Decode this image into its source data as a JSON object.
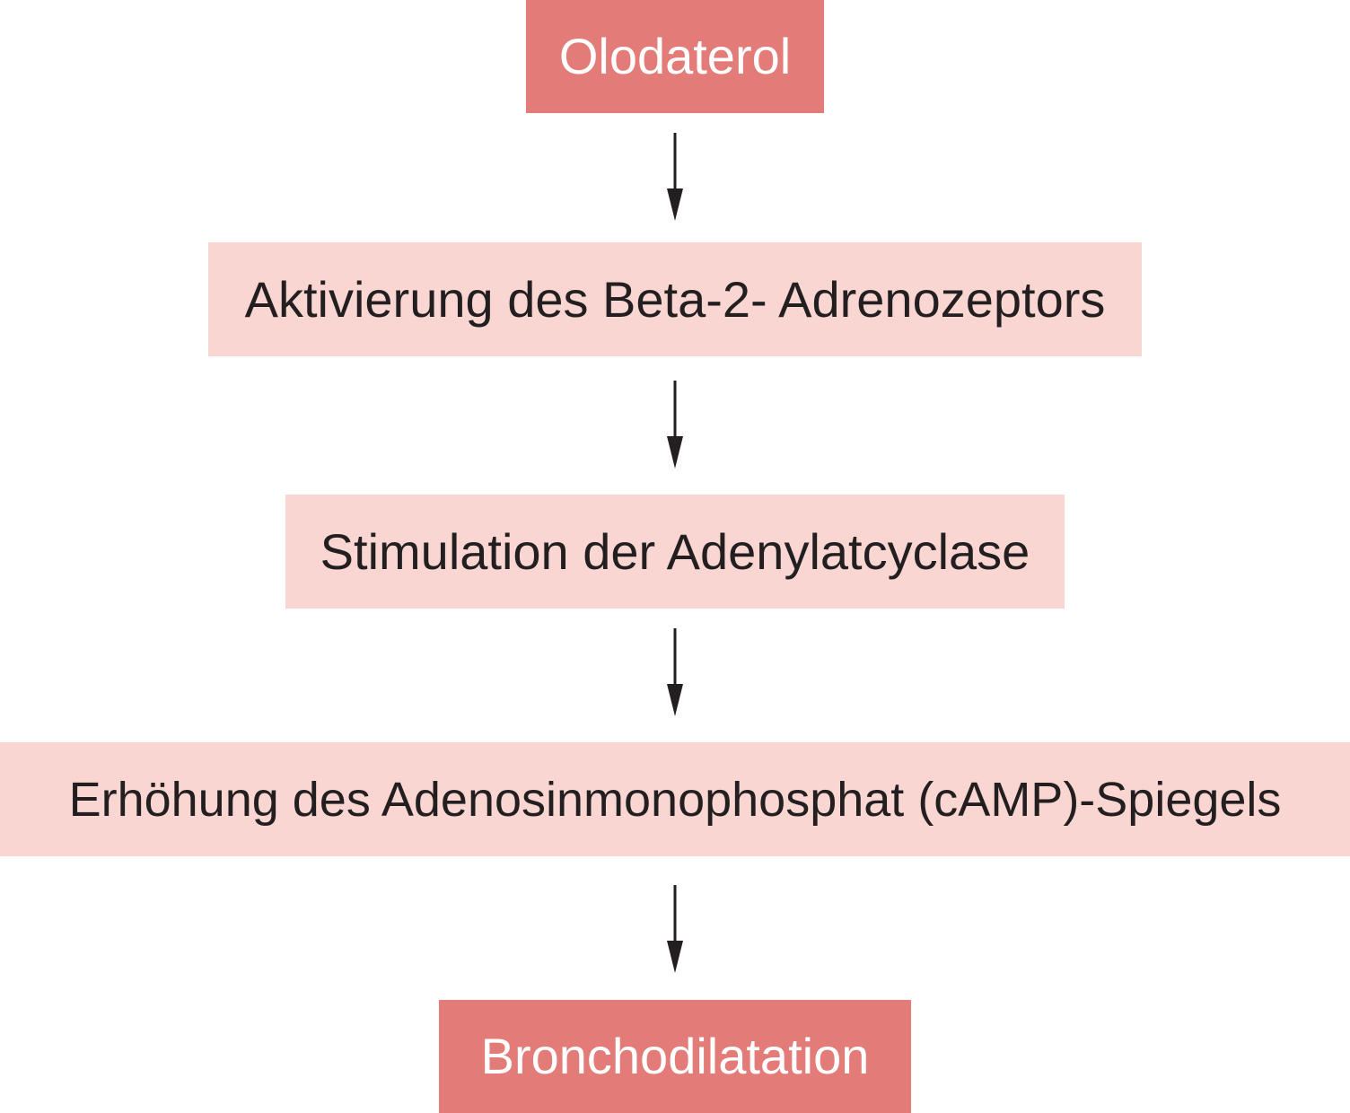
{
  "diagram": {
    "nodes": [
      {
        "id": "olodaterol",
        "label": "Olodaterol",
        "style": "primary"
      },
      {
        "id": "beta2",
        "label": "Aktivierung des Beta-2- Adrenozeptors",
        "style": "secondary"
      },
      {
        "id": "adenylat",
        "label": "Stimulation der Adenylatcyclase",
        "style": "secondary"
      },
      {
        "id": "camp",
        "label": "Erhöhung des Adenosinmonophosphat (cAMP)-Spiegels",
        "style": "secondary"
      },
      {
        "id": "broncho",
        "label": "Bronchodilatation",
        "style": "primary"
      }
    ],
    "edges": [
      {
        "from": "olodaterol",
        "to": "beta2"
      },
      {
        "from": "beta2",
        "to": "adenylat"
      },
      {
        "from": "adenylat",
        "to": "camp"
      },
      {
        "from": "camp",
        "to": "broncho"
      }
    ],
    "colors": {
      "primary_fill": "#e37c78",
      "secondary_fill": "#fad6d2",
      "text_dark": "#231f20",
      "text_light": "#ffffff",
      "arrow": "#231f20"
    }
  }
}
